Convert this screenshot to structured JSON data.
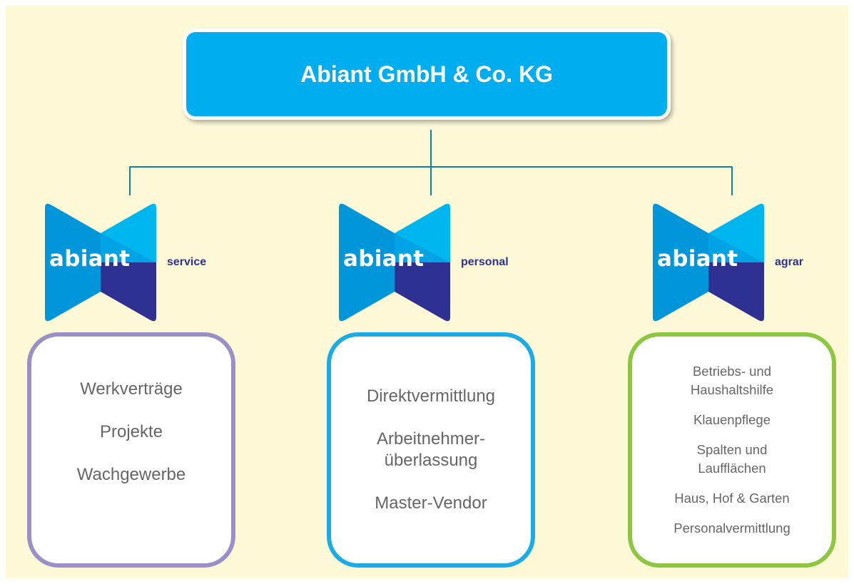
{
  "header": {
    "title": "Abiant GmbH & Co. KG"
  },
  "colors": {
    "background": "#fdf8d6",
    "header": "#00aeef",
    "line": "#0f7fb0",
    "logo_light": "#00b6ef",
    "logo_mid": "#0096d9",
    "logo_dark": "#2e3192",
    "service_border": "#9b8fc7",
    "personal_border": "#1aace6",
    "agrar_border": "#8dc63f"
  },
  "divisions": [
    {
      "brand": "abiant",
      "sub": "service",
      "items": [
        "Werkverträge",
        "Projekte",
        "Wachgewerbe"
      ]
    },
    {
      "brand": "abiant",
      "sub": "personal",
      "items": [
        "Direktvermittlung",
        "Arbeitnehmer-\nüberlassung",
        "Master-Vendor"
      ]
    },
    {
      "brand": "abiant",
      "sub": "agrar",
      "items": [
        "Betriebs- und\nHaushaltshilfe",
        "Klauenpflege",
        "Spalten und\nLaufflächen",
        "Haus, Hof & Garten",
        "Personalvermittlung"
      ]
    }
  ]
}
